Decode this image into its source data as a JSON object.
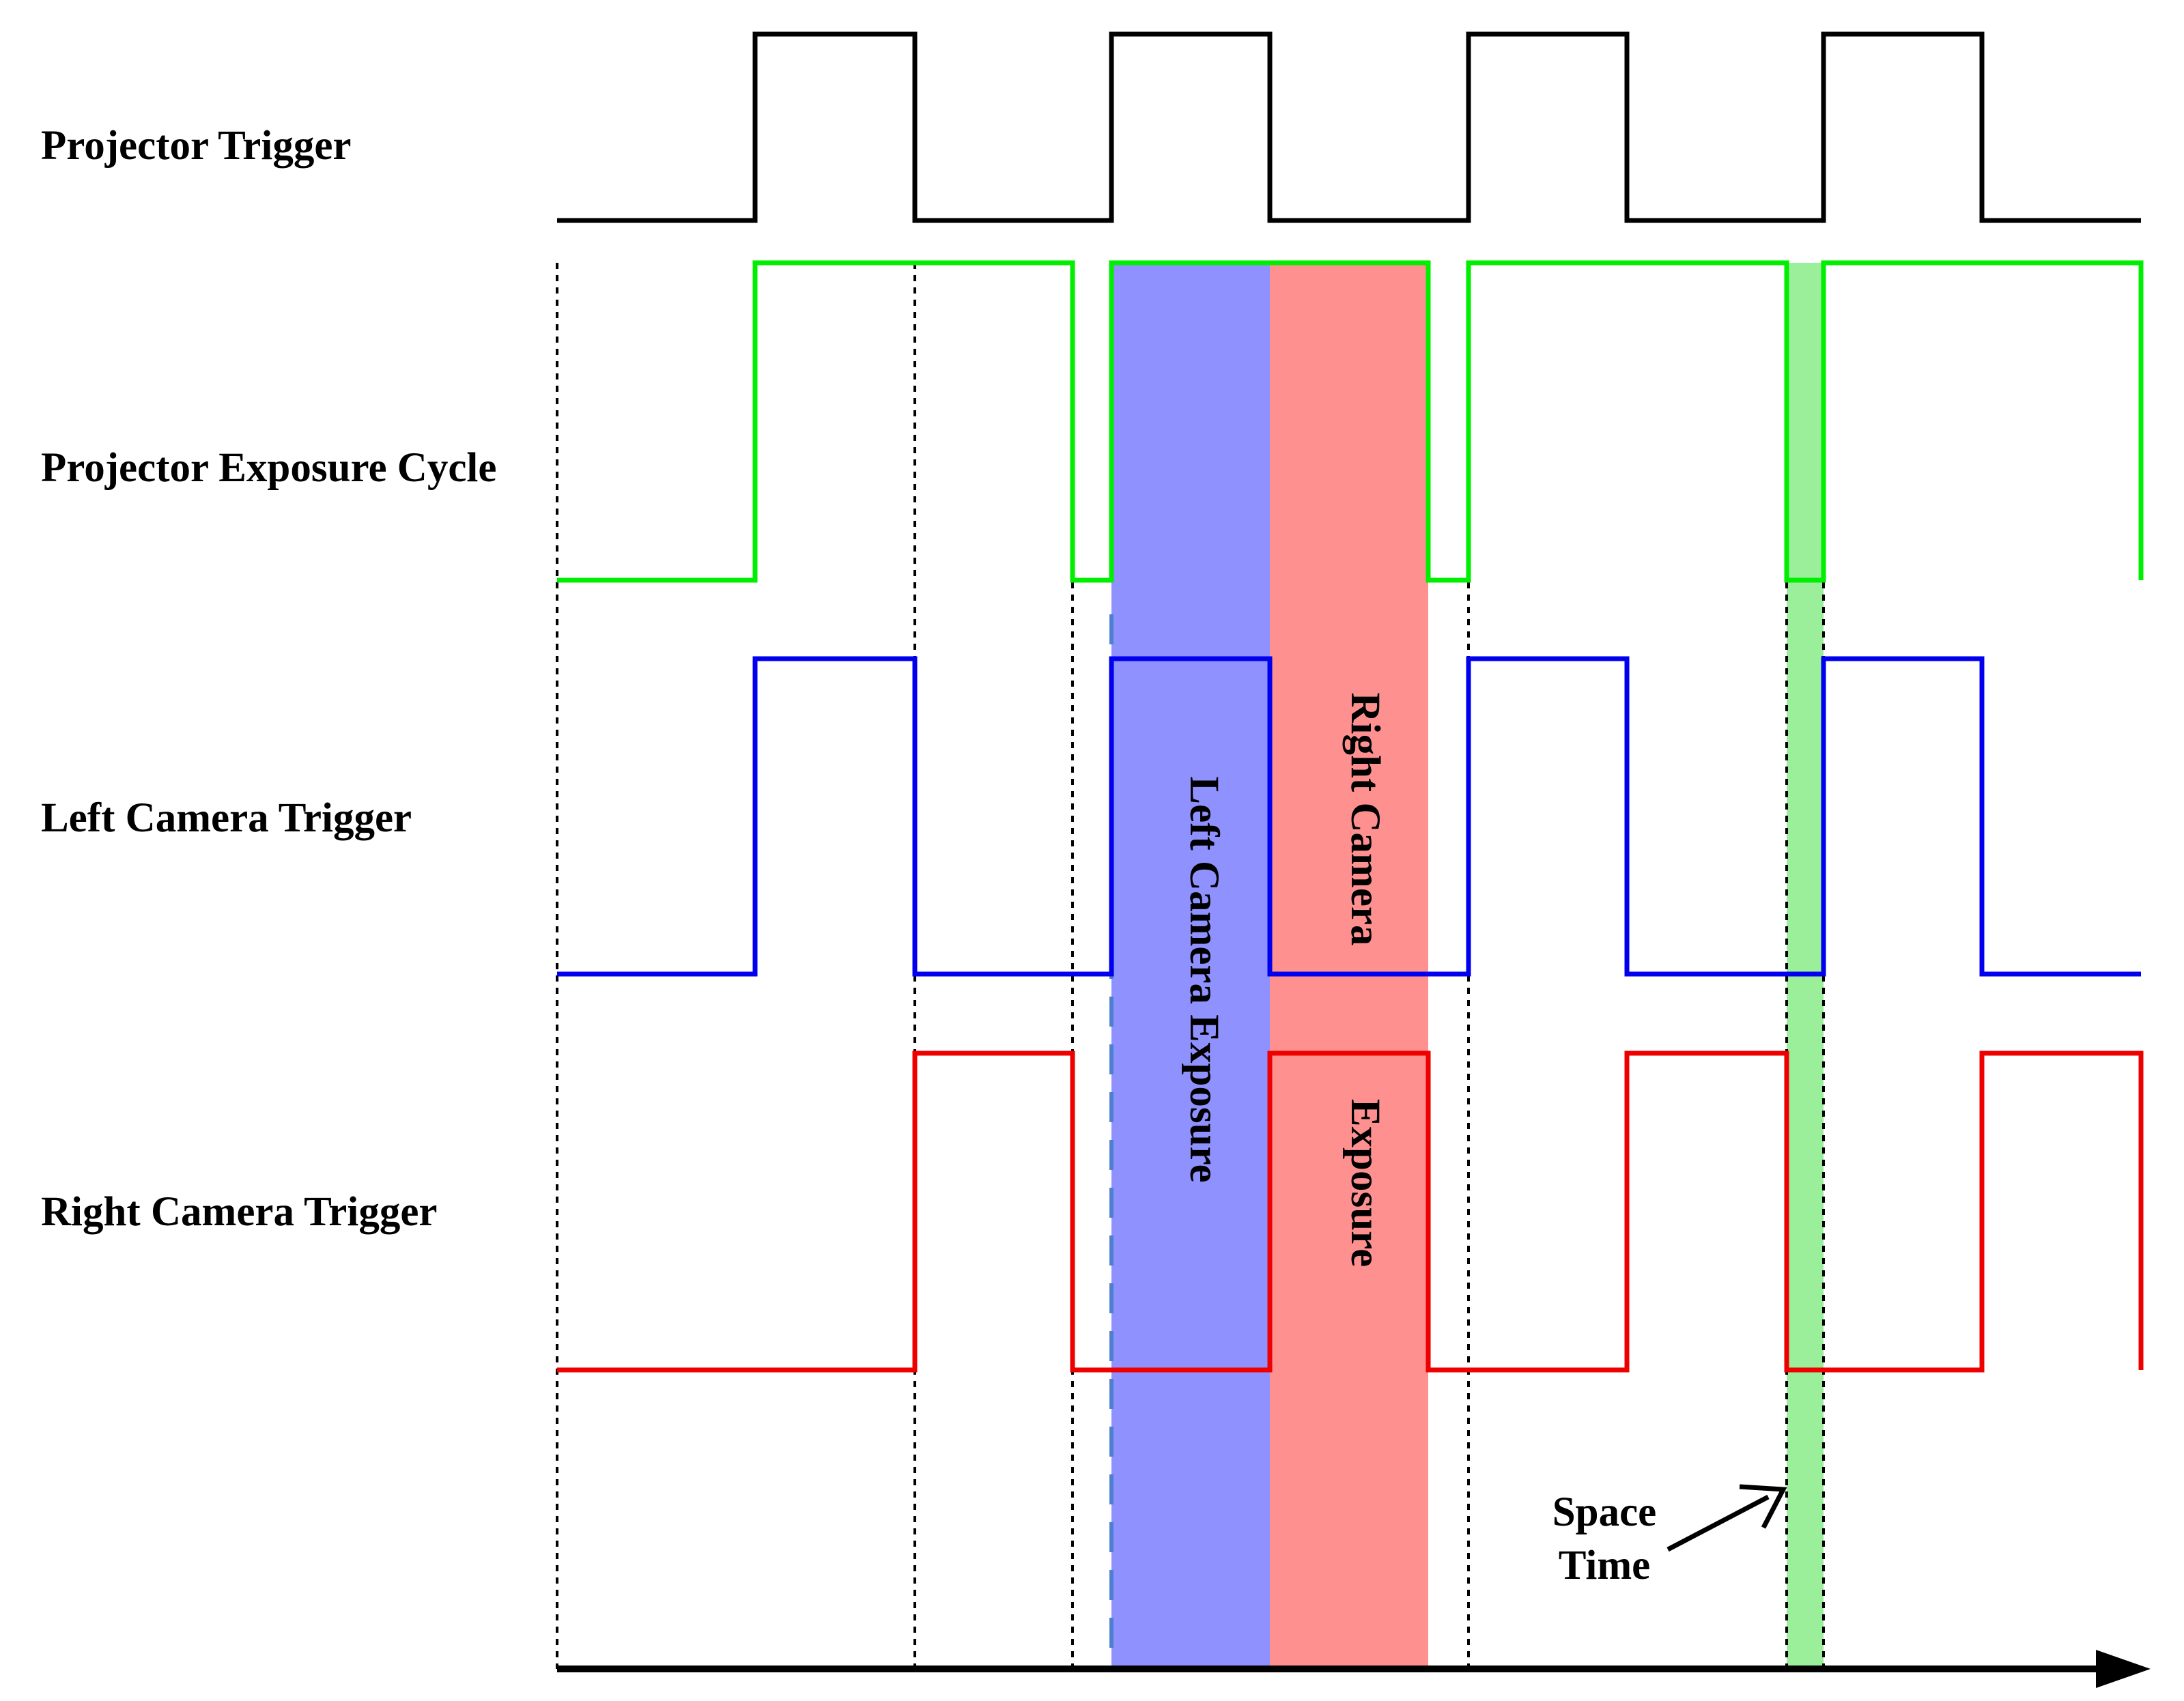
{
  "signals": {
    "projector_trigger": {
      "label": "Projector Trigger",
      "color": "#000000"
    },
    "projector_exposure": {
      "label": "Projector Exposure Cycle",
      "color": "#00ee00"
    },
    "left_camera_trigger": {
      "label": "Left Camera Trigger",
      "color": "#0000ee"
    },
    "right_camera_trigger": {
      "label": "Right Camera Trigger",
      "color": "#ee0000"
    }
  },
  "regions": {
    "left_exposure": {
      "label": "Left Camera Exposure",
      "color": "#8f91ff"
    },
    "right_exposure": {
      "label_line1": "Right Camera",
      "label_line2": "Exposure",
      "color": "#ff9090"
    },
    "space_time": {
      "color": "#9bef9b"
    }
  },
  "annotations": {
    "space_time_line1": "Space",
    "space_time_line2": "Time"
  },
  "axis": {
    "color": "#000000"
  }
}
